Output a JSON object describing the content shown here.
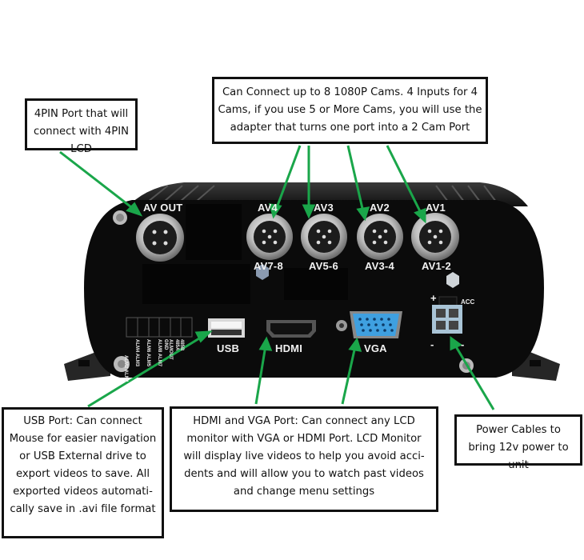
{
  "callouts": {
    "lcd_port": "4PIN Port that will connect with 4PIN LCD",
    "cameras": "Can Connect up to 8 1080P Cams. 4 Inputs for 4 Cams, if you use 5 or More Cams, you will use the adapter that turns one port into a 2 Cam Port",
    "usb": "USB Port: Can connect Mouse for easier navigation or USB External drive to export videos to save.  All exported videos automati-cally save in .avi file format",
    "hdmi_vga": "HDMI and VGA Port: Can connect any LCD monitor with  VGA or HDMI Port. LCD Monitor will display live videos to help you avoid acci-dents and will allow you to watch past videos and change menu settings",
    "power": "Power Cables to bring 12v power to unit"
  },
  "device_labels": {
    "av_out": "AV OUT",
    "av4": "AV4",
    "av3": "AV3",
    "av2": "AV2",
    "av1": "AV1",
    "av7_8": "AV7-8",
    "av5_6": "AV5-6",
    "av3_4": "AV3-4",
    "av1_2": "AV1-2",
    "usb": "USB",
    "hdmi": "HDMI",
    "vga": "VGA",
    "acc": "ACC",
    "plus": "+",
    "minus_left": "-",
    "minus_right": "-"
  },
  "alarm_labels": [
    "ALM2 ALM1",
    "ALM4 ALM3",
    "ALM6 ALM5",
    "ALM8 ALM7",
    "ALMOUT GND",
    "485B 485A"
  ],
  "colors": {
    "arrow": "#1aa64a",
    "device_body": "#0b0b0b",
    "vga_port": "#3fa0e0",
    "power_connector": "#a9c4d6",
    "callout_border": "#111111"
  }
}
